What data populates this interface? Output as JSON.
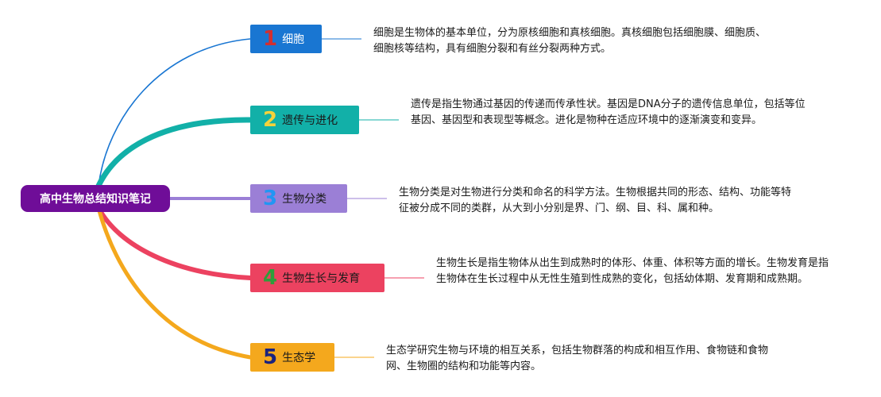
{
  "root": {
    "label": "高中生物总结知识笔记",
    "color": "#6f0d98"
  },
  "branches": [
    {
      "number": "1",
      "title": "细胞",
      "color": "#1976d2",
      "number_color": "#d32f2f",
      "description": "细胞是生物体的基本单位，分为原核细胞和真核细胞。真核细胞包括细胞膜、细胞质、细胞核等结构，具有细胞分裂和有丝分裂两种方式。"
    },
    {
      "number": "2",
      "title": "遗传与进化",
      "color": "#12b0a8",
      "number_color": "#f6d23a",
      "description": "遗传是指生物通过基因的传递而传承性状。基因是DNA分子的遗传信息单位，包括等位基因、基因型和表现型等概念。进化是物种在适应环境中的逐渐演变和变异。"
    },
    {
      "number": "3",
      "title": "生物分类",
      "color": "#9b7fd6",
      "number_color": "#2196f3",
      "description": "生物分类是对生物进行分类和命名的科学方法。生物根据共同的形态、结构、功能等特征被分成不同的类群，从大到小分别是界、门、纲、目、科、属和种。"
    },
    {
      "number": "4",
      "title": "生物生长与发育",
      "color": "#ec4260",
      "number_color": "#2e9e3a",
      "description": "生物生长是指生物体从出生到成熟时的体形、体重、体积等方面的增长。生物发育是指生物体在生长过程中从无性生殖到性成熟的变化，包括幼体期、发育期和成熟期。"
    },
    {
      "number": "5",
      "title": "生态学",
      "color": "#f4a81d",
      "number_color": "#1a237e",
      "description": "生态学研究生物与环境的相互关系，包括生物群落的构成和相互作用、食物链和食物网、生物圈的结构和功能等内容。"
    }
  ]
}
